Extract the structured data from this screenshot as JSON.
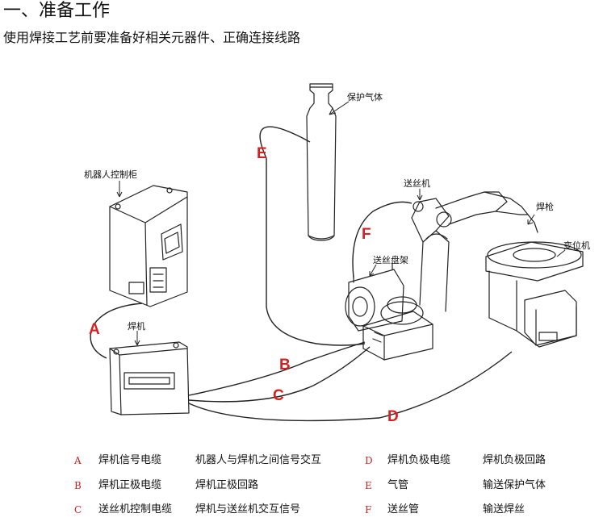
{
  "heading": "一、准备工作",
  "intro": "使用焊接工艺前要准备好相关元器件、正确连接线路",
  "labels": {
    "gas": "保护气体",
    "controller": "机器人控制柜",
    "welder": "焊机",
    "feeder": "送丝机",
    "torch": "焊枪",
    "positioner": "变位机",
    "reel": "送丝盘架"
  },
  "connectors": [
    "A",
    "B",
    "C",
    "D",
    "E",
    "F"
  ],
  "legend": [
    {
      "code": "A",
      "name": "焊机信号电缆",
      "desc": "机器人与焊机之间信号交互"
    },
    {
      "code": "B",
      "name": "焊机正极电缆",
      "desc": "焊机正极回路"
    },
    {
      "code": "C",
      "name": "送丝机控制电缆",
      "desc": "焊机与送丝机交互信号"
    },
    {
      "code": "D",
      "name": "焊机负极电缆",
      "desc": "焊机负极回路"
    },
    {
      "code": "E",
      "name": "气管",
      "desc": "输送保护气体"
    },
    {
      "code": "F",
      "name": "送丝管",
      "desc": "输送焊丝"
    }
  ],
  "colors": {
    "connector": "#d42020",
    "line": "#222222"
  }
}
